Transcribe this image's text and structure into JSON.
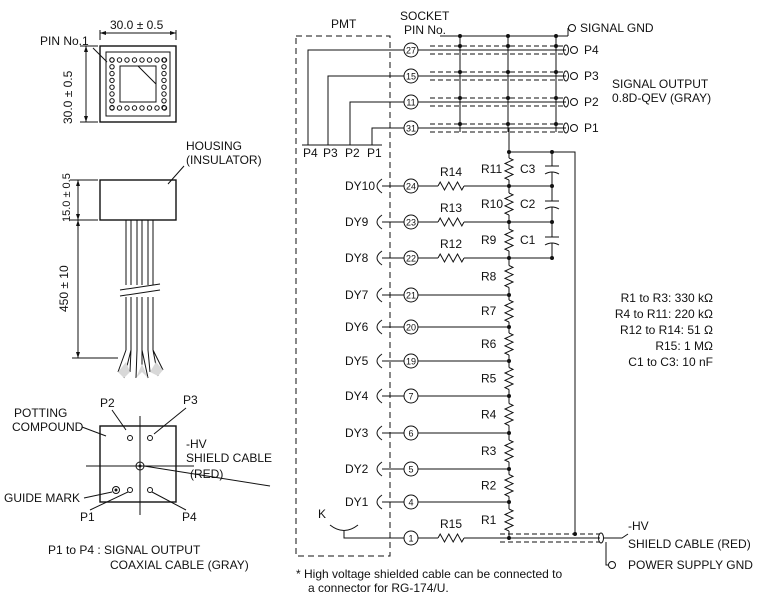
{
  "left": {
    "top_width_dim": "30.0 ± 0.5",
    "pin_no1": "PIN No.1",
    "top_height_dim": "30.0 ± 0.5",
    "housing_line1": "HOUSING",
    "housing_line2": "(INSULATOR)",
    "housing_height_dim": "15.0 ± 0.5",
    "cable_length_dim": "450 ± 10",
    "bottom": {
      "p2": "P2",
      "p3": "P3",
      "potting_line1": "POTTING",
      "potting_line2": "COMPOUND",
      "hv": "-HV",
      "shield_line1": "SHIELD CABLE",
      "shield_line2": "(RED)",
      "guide_mark": "GUIDE MARK",
      "p1": "P1",
      "p4": "P4"
    },
    "note_line1": "P1 to P4 : SIGNAL OUTPUT",
    "note_line2": "COAXIAL CABLE (GRAY)"
  },
  "schematic": {
    "pmt": "PMT",
    "socket_line1": "SOCKET",
    "socket_line2": "PIN No.",
    "signal_gnd": "SIGNAL GND",
    "signal_output_line1": "SIGNAL OUTPUT",
    "signal_output_line2": "0.8D-QEV (GRAY)",
    "outputs": [
      "P4",
      "P3",
      "P2",
      "P1"
    ],
    "output_pins": [
      "27",
      "15",
      "11",
      "31"
    ],
    "anode_labels": [
      "P4",
      "P3",
      "P2",
      "P1"
    ],
    "dynode_labels": [
      "DY10",
      "DY9",
      "DY8",
      "DY7",
      "DY6",
      "DY5",
      "DY4",
      "DY3",
      "DY2",
      "DY1"
    ],
    "dynode_pins": [
      "24",
      "23",
      "22",
      "21",
      "20",
      "19",
      "7",
      "6",
      "5",
      "4"
    ],
    "cathode_label": "K",
    "cathode_pin": "1",
    "series_resistors": [
      "R14",
      "R13",
      "R12"
    ],
    "cathode_resistor": "R15",
    "divider_resistors": [
      "R11",
      "R10",
      "R9",
      "R8",
      "R7",
      "R6",
      "R5",
      "R4",
      "R3",
      "R2",
      "R1"
    ],
    "capacitors": [
      "C3",
      "C2",
      "C1"
    ],
    "values": [
      "R1 to R3: 330 kΩ",
      "R4 to R11: 220 kΩ",
      "R12 to R14: 51 Ω",
      "R15: 1 MΩ",
      "C1 to C3: 10 nF"
    ],
    "hv": "-HV",
    "shield_cable": "SHIELD CABLE (RED)",
    "power_supply_gnd": "POWER SUPPLY GND",
    "footnote_line1": "*  High voltage shielded cable can be connected to",
    "footnote_line2": "a connector for RG-174/U."
  }
}
